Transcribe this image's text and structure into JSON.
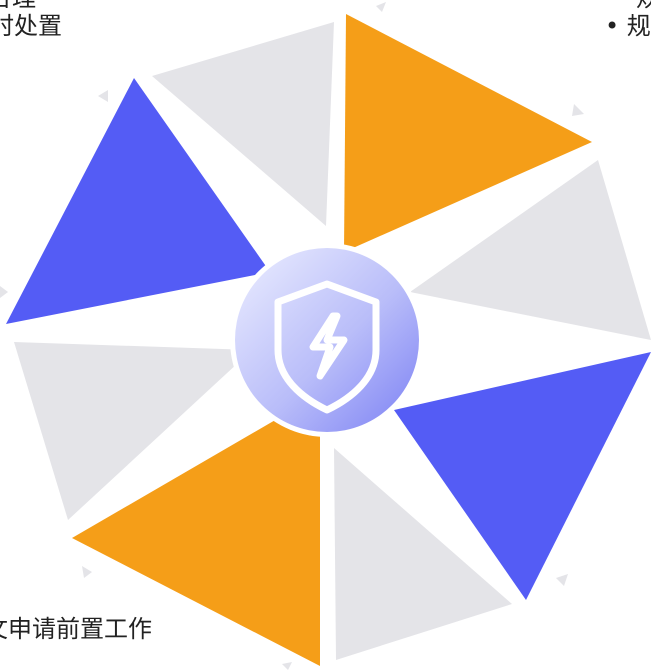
{
  "fragments": {
    "top_left_line1": "合理",
    "top_left_line2": "时处置",
    "top_right_line1": "规",
    "top_right_line2": "• 规",
    "bottom_left": "文申请前置工作"
  },
  "center_icon": "shield-lightning-icon",
  "colors": {
    "orange": "#F59E18",
    "blue": "#545CF5",
    "gray": "#E4E4E8",
    "hub_light": "#ECEEFF",
    "hub_mid": "#B9BDF9",
    "hub_dark": "#7B80F4",
    "icon_stroke": "#FFFFFF",
    "text": "#222222"
  }
}
